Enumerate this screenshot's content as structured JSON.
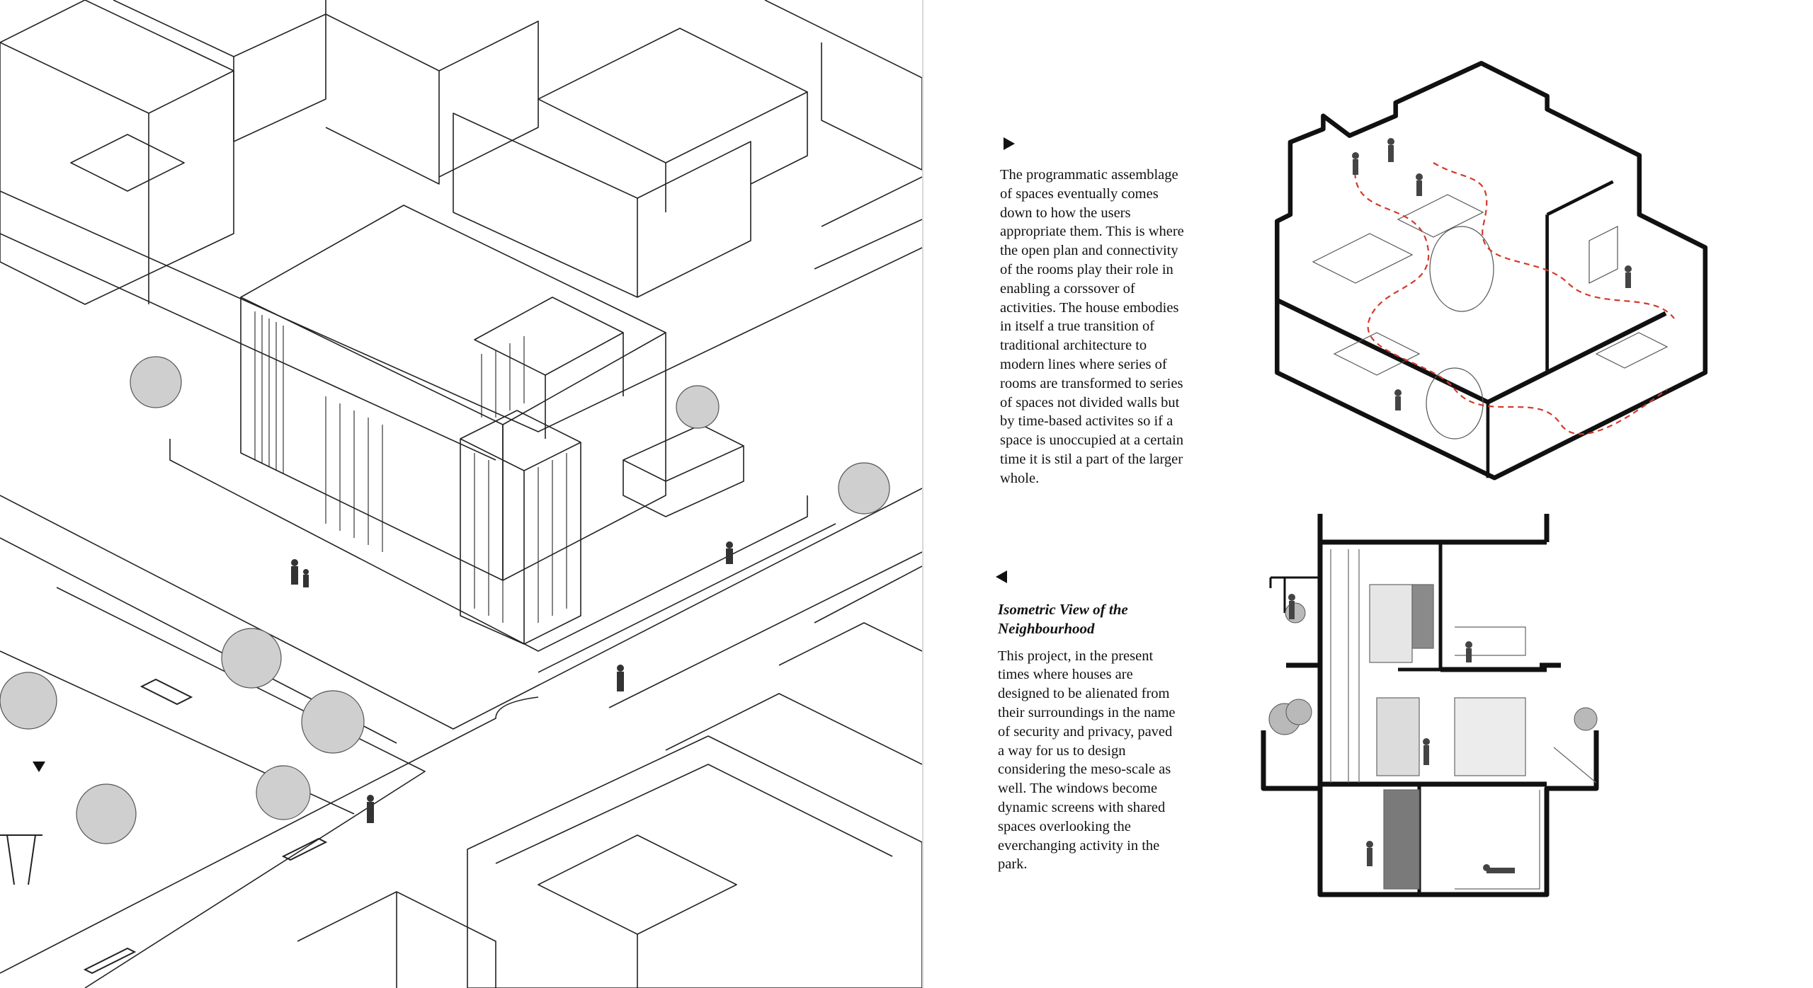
{
  "left_page": {
    "drawing": "isometric-neighbourhood-drawing"
  },
  "description": {
    "lines": [
      "The programmatic assemblage",
      "of spaces eventually comes",
      "down to how the users",
      "appropriate them. This is where",
      "the open plan and connectivity",
      "of the rooms play their role in",
      "enabling a corssover of",
      "activities. The house embodies",
      "in itself a true transition of",
      "traditional architecture to",
      "modern lines where series of",
      "rooms are transformed to series",
      "of spaces not divided walls but",
      "by time-based activites so if a",
      "space is unoccupied at a certain",
      "time it is stil a part of the larger",
      "whole."
    ]
  },
  "caption": {
    "title_lines": [
      "Isometric View of the",
      "Neighbourhood"
    ],
    "lines": [
      "This project, in the present",
      "times where houses are",
      "designed to be alienated from",
      "their surroundings in the name",
      "of security and privacy, paved",
      "a way for us to design",
      "considering the meso-scale as",
      "well. The windows become",
      "dynamic screens with shared",
      "spaces overlooking the",
      "everchanging activity in the",
      "park."
    ]
  },
  "colors": {
    "ink": "#111111",
    "circulation_path": "#d23a2a",
    "paper": "#ffffff",
    "gutter": "#d8d8d8"
  }
}
